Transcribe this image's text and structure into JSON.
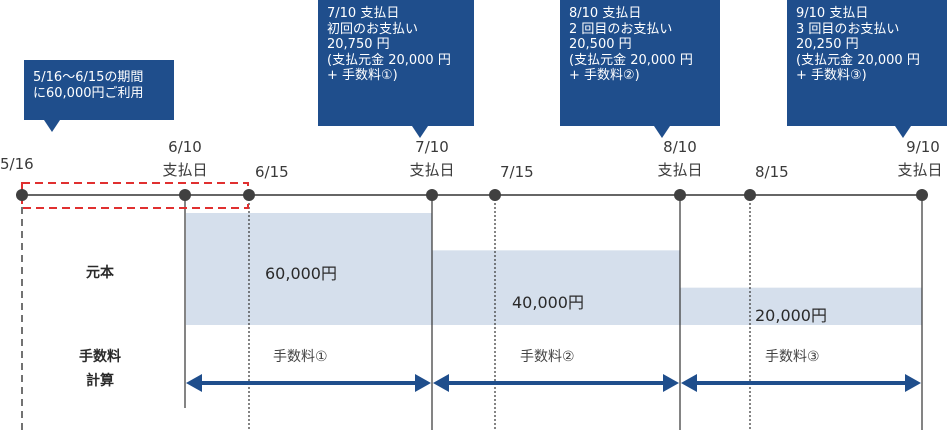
{
  "callouts": [
    {
      "lines": [
        "5/16〜6/15の期間",
        "に60,000円ご利用"
      ]
    },
    {
      "lines": [
        "7/10 支払日",
        "初回のお支払い",
        "20,750 円",
        "(支払元金 20,000 円",
        "+ 手数料①)"
      ]
    },
    {
      "lines": [
        "8/10 支払日",
        "2 回目のお支払い",
        "20,500 円",
        "(支払元金 20,000 円",
        "+ 手数料②)"
      ]
    },
    {
      "lines": [
        "9/10 支払日",
        "3 回目のお支払い",
        "20,250 円",
        "(支払元金 20,000 円",
        "+ 手数料③)"
      ]
    }
  ],
  "dates": {
    "d0516": "5/16",
    "d0610": "6/10",
    "d0615": "6/15",
    "d0710": "7/10",
    "d0715": "7/15",
    "d0810": "8/10",
    "d0815": "8/15",
    "d0910": "9/10"
  },
  "payday_label": "支払日",
  "row_labels": {
    "principal": "元本",
    "fee_calc_1": "手数料",
    "fee_calc_2": "計算"
  },
  "principal_amounts": [
    {
      "amount": 60000,
      "text": "60,000円"
    },
    {
      "amount": 40000,
      "text": "40,000円"
    },
    {
      "amount": 20000,
      "text": "20,000円"
    }
  ],
  "fee_labels": [
    "手数料①",
    "手数料②",
    "手数料③"
  ],
  "colors": {
    "callout_bg": "#1f4e8c",
    "bar": "#d5dfec",
    "arrow": "#1f4e8c",
    "highlight_dash": "#e03030",
    "timeline": "#333333"
  }
}
